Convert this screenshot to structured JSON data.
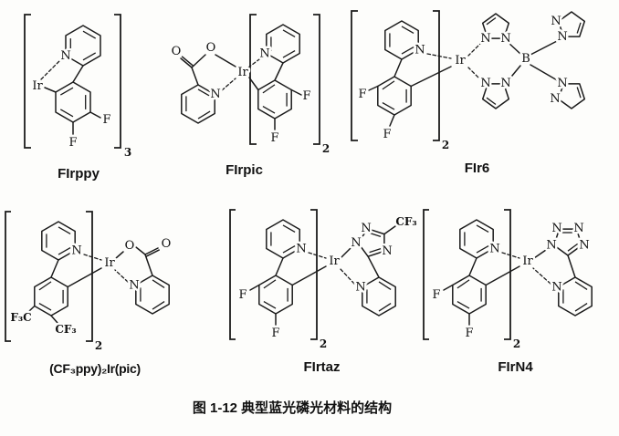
{
  "figure": {
    "caption": "图 1-12 典型蓝光磷光材料的结构"
  },
  "sym": {
    "Ir": "Ir",
    "N": "N",
    "F": "F",
    "O": "O",
    "B": "B",
    "CF3": "CF₃",
    "F3C": "F₃C",
    "sub2": "2",
    "sub3": "3"
  },
  "structures": {
    "firppy": {
      "name": "FIrppy",
      "bracket_subscript": "3"
    },
    "firpic": {
      "name": "FIrpic",
      "bracket_subscript": "2"
    },
    "fir6": {
      "name": "FIr6",
      "bracket_subscript": "2"
    },
    "cf3ppy": {
      "name": "(CF₃ppy)₂Ir(pic)",
      "bracket_subscript": "2"
    },
    "firtaz": {
      "name": "FIrtaz",
      "bracket_subscript": "2"
    },
    "firn4": {
      "name": "FIrN4",
      "bracket_subscript": "2"
    }
  }
}
